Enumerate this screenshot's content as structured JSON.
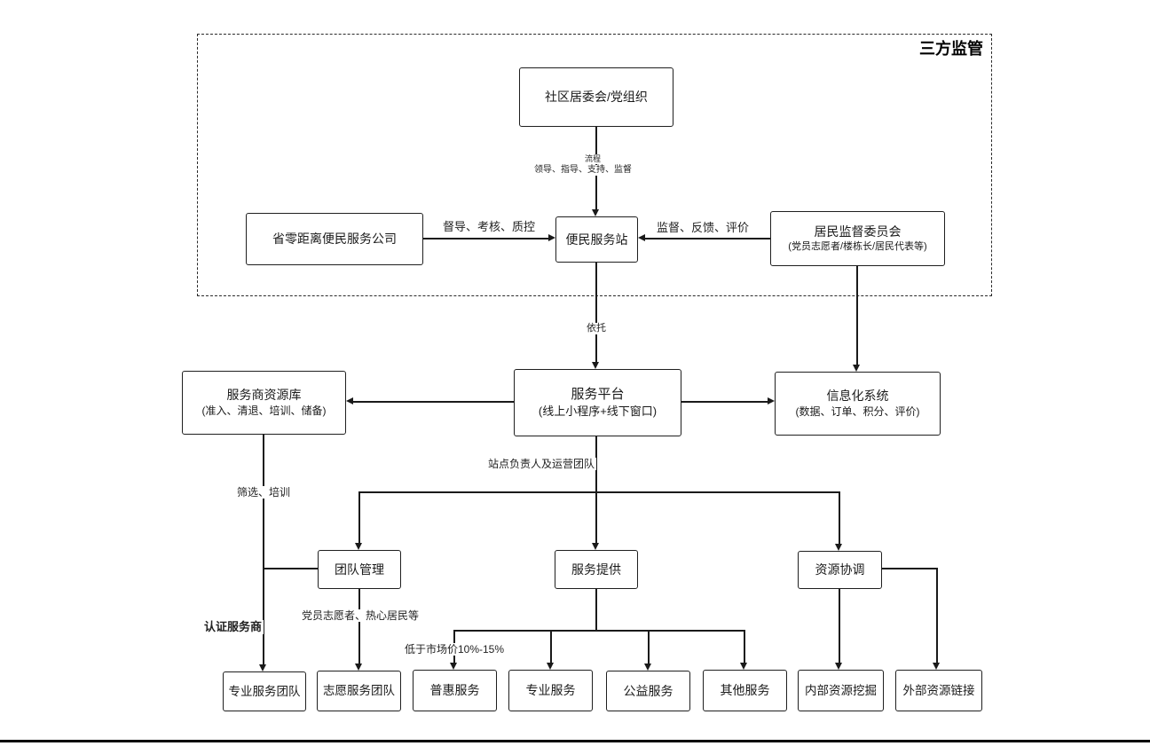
{
  "diagram": {
    "supervision_title": "三方监管",
    "nodes": {
      "community": {
        "title": "社区居委会/党组织"
      },
      "company": {
        "title": "省零距离便民服务公司"
      },
      "station": {
        "title": "便民服务站"
      },
      "committee": {
        "title": "居民监督委员会",
        "subtitle": "(党员志愿者/楼栋长/居民代表等)"
      },
      "provider_pool": {
        "title": "服务商资源库",
        "subtitle": "(准入、清退、培训、储备)"
      },
      "platform": {
        "title": "服务平台",
        "subtitle": "(线上小程序+线下窗口)"
      },
      "info_system": {
        "title": "信息化系统",
        "subtitle": "(数据、订单、积分、评价)"
      },
      "team_mgmt": {
        "title": "团队管理"
      },
      "service_provision": {
        "title": "服务提供"
      },
      "resource_coord": {
        "title": "资源协调"
      },
      "pro_team": {
        "title": "专业服务团队"
      },
      "volunteer_team": {
        "title": "志愿服务团队"
      },
      "inclusive_service": {
        "title": "普惠服务"
      },
      "pro_service": {
        "title": "专业服务"
      },
      "public_service": {
        "title": "公益服务"
      },
      "other_service": {
        "title": "其他服务"
      },
      "internal_resource": {
        "title": "内部资源挖掘"
      },
      "external_resource": {
        "title": "外部资源链接"
      }
    },
    "edge_labels": {
      "process": "流程",
      "lead": "领导、指导、支持、监督",
      "supervise_quality": "督导、考核、质控",
      "feedback": "监督、反馈、评价",
      "rely": "依托",
      "site_team": "站点负责人及运营团队",
      "screening": "筛选、培训",
      "certified": "认证服务商",
      "party_volunteers": "党员志愿者、热心居民等",
      "below_market": "低于市场价10%-15%"
    },
    "colors": {
      "line": "#1a1a1a",
      "background": "#ffffff"
    }
  }
}
